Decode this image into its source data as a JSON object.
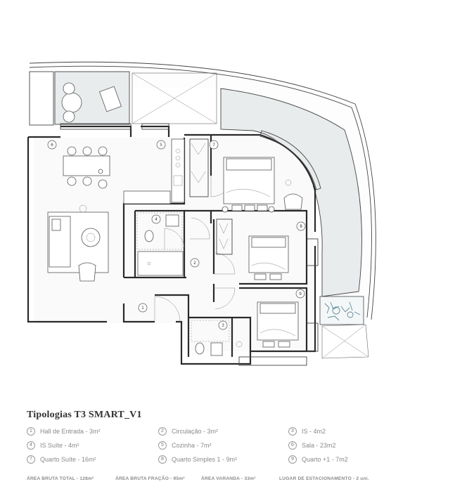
{
  "title": "Tipologias T3 SMART_V1",
  "rooms": [
    {
      "num": "1",
      "label": "Hall de Entrada - 3m²"
    },
    {
      "num": "2",
      "label": "Circulação - 3m²"
    },
    {
      "num": "3",
      "label": "IS - 4m2"
    },
    {
      "num": "4",
      "label": "IS Suíte - 4m²"
    },
    {
      "num": "5",
      "label": "Cozinha - 7m²"
    },
    {
      "num": "6",
      "label": "Sala - 23m2"
    },
    {
      "num": "7",
      "label": "Quarto Suíte - 16m²"
    },
    {
      "num": "8",
      "label": "Quarto Simples 1 - 9m²"
    },
    {
      "num": "9",
      "label": "Quarto +1 - 7m2"
    }
  ],
  "summary": [
    "ÁREA BRUTA TOTAL - 128m²",
    "ÁREA BRUTA FRAÇÃO - 95m²",
    "ÁREA VARANDA - 33m²",
    "LUGAR DE ESTACIONAMENTO - 2 uni."
  ],
  "colors": {
    "wall": "#2a2a2a",
    "accent": "#5b8a95",
    "terrace": "#e9eced"
  }
}
